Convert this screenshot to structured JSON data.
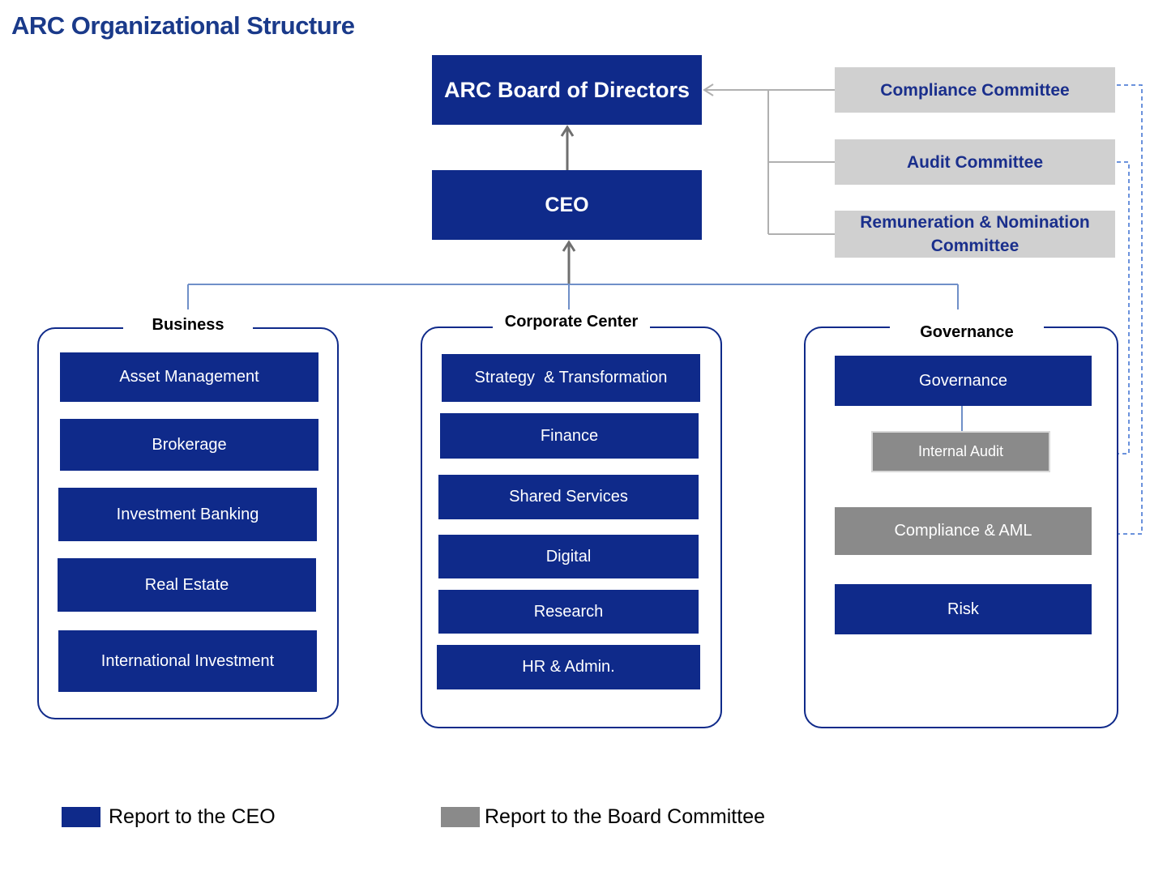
{
  "title": "ARC Organizational Structure",
  "board": {
    "label": "ARC Board of Directors"
  },
  "ceo": {
    "label": "CEO"
  },
  "committees": [
    {
      "label": "Compliance Committee"
    },
    {
      "label": "Audit Committee"
    },
    {
      "label": "Remuneration & Nomination Committee"
    }
  ],
  "panels": {
    "business": {
      "title": "Business",
      "items": [
        "Asset Management",
        "Brokerage",
        "Investment Banking",
        "Real Estate",
        "International Investment"
      ]
    },
    "corporate": {
      "title": "Corporate Center",
      "items": [
        "Strategy  & Transformation",
        "Finance",
        "Shared Services",
        "Digital",
        "Research",
        "HR & Admin."
      ]
    },
    "governance": {
      "title": "Governance",
      "items": [
        "Governance",
        "Internal Audit",
        "Compliance & AML",
        "Risk"
      ]
    }
  },
  "legend": {
    "ceo": "Report to the CEO",
    "board": "Report to the Board Committee"
  },
  "colors": {
    "navy": "#0f2a8a",
    "committee_gray": "#d0d0d0",
    "dept_gray": "#8a8a8a",
    "connector_gray": "#b0b0b0",
    "dashed_blue": "#3a6fd0"
  }
}
